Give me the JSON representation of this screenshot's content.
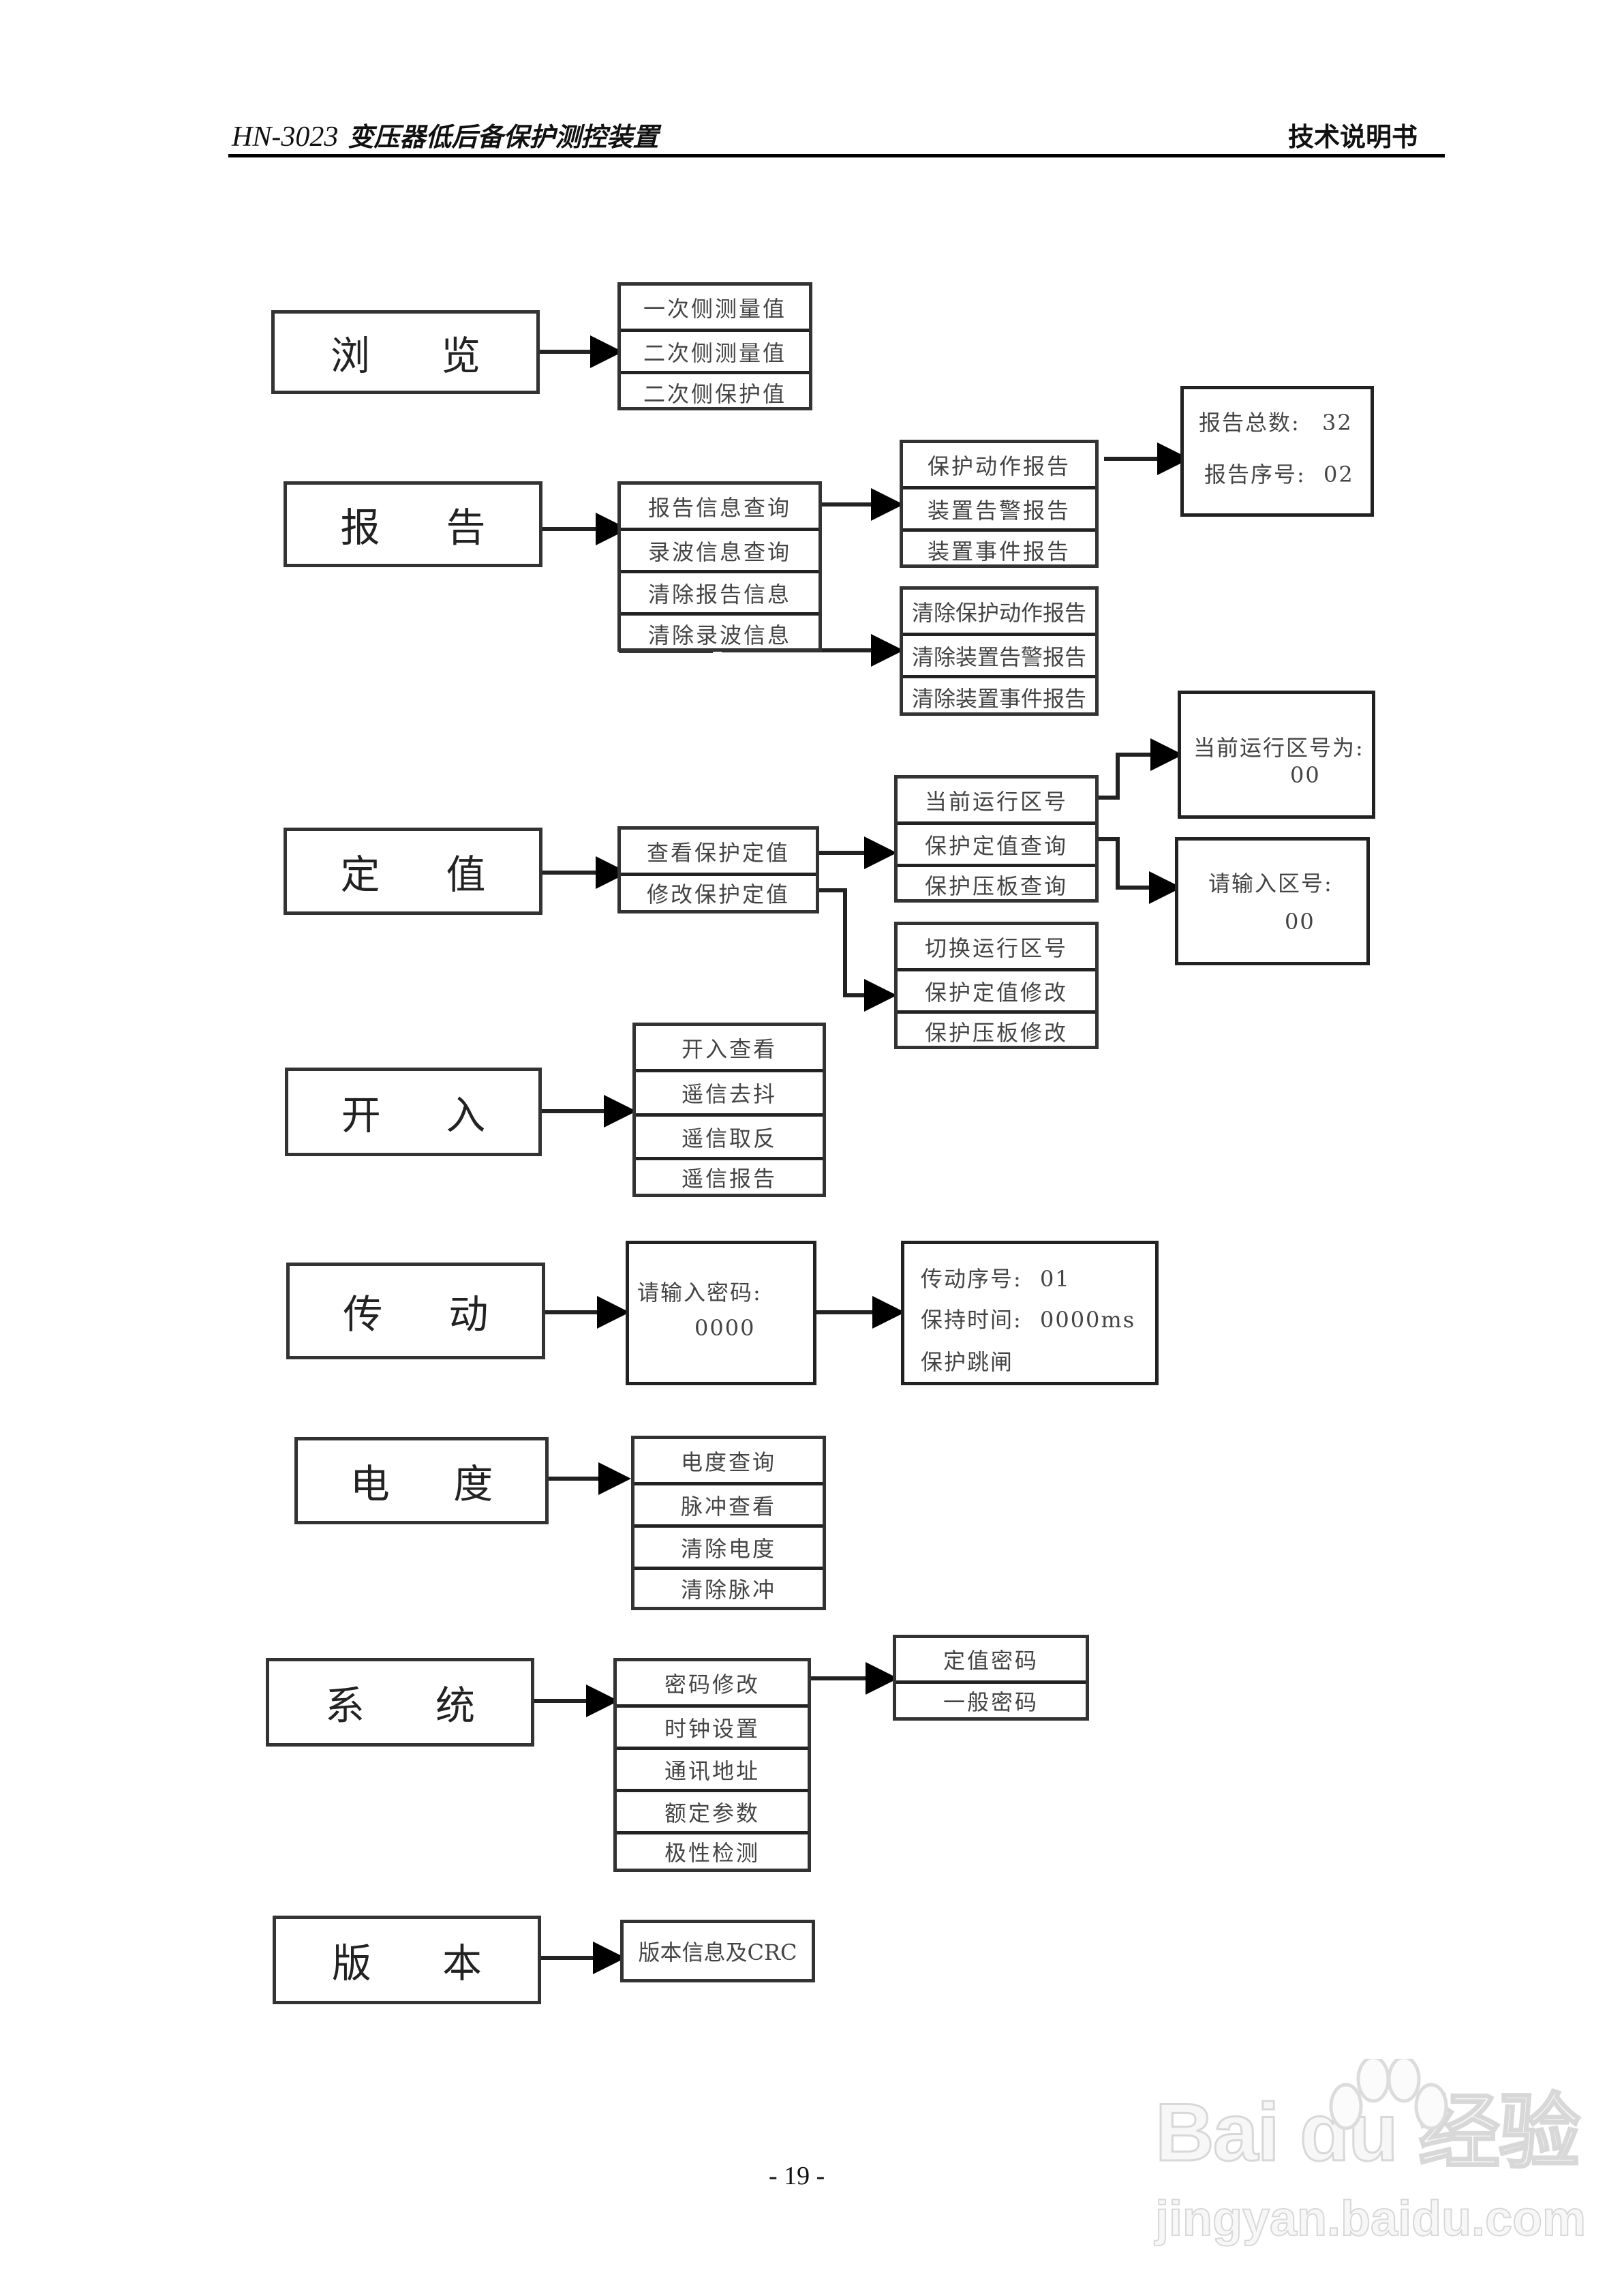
{
  "header": {
    "model": "HN-3023",
    "title": "变压器低后备保护测控装置",
    "doc_type": "技术说明书"
  },
  "menu": [
    {
      "id": "browse",
      "label": [
        "浏",
        "览"
      ],
      "submenu": [
        "一次侧测量值",
        "二次侧测量值",
        "二次侧保护值"
      ]
    },
    {
      "id": "report",
      "label": [
        "报",
        "告"
      ],
      "submenu": [
        "报告信息查询",
        "录波信息查询",
        "清除报告信息",
        "清除录波信息"
      ],
      "query_submenu": [
        "保护动作报告",
        "装置告警报告",
        "装置事件报告"
      ],
      "clear_submenu": [
        "清除保护动作报告",
        "清除装置告警报告",
        "清除装置事件报告"
      ],
      "detail_panel": {
        "total_label": "报告总数:",
        "total_value": "32",
        "seq_label": "报告序号:",
        "seq_value": "02"
      }
    },
    {
      "id": "setting",
      "label": [
        "定",
        "值"
      ],
      "submenu": [
        "查看保护定值",
        "修改保护定值"
      ],
      "view_submenu": [
        "当前运行区号",
        "保护定值查询",
        "保护压板查询"
      ],
      "modify_submenu": [
        "切换运行区号",
        "保护定值修改",
        "保护压板修改"
      ],
      "current_zone_panel": {
        "label": "当前运行区号为:",
        "value": "00"
      },
      "input_zone_panel": {
        "label": "请输入区号:",
        "value": "00"
      }
    },
    {
      "id": "binary-input",
      "label": [
        "开",
        "入"
      ],
      "submenu": [
        "开入查看",
        "遥信去抖",
        "遥信取反",
        "遥信报告"
      ]
    },
    {
      "id": "transmission",
      "label": [
        "传",
        "动"
      ],
      "password_panel": {
        "label": "请输入密码:",
        "value": "0000"
      },
      "test_panel": {
        "seq_label": "传动序号:",
        "seq_value": "01",
        "hold_label": "保持时间:",
        "hold_value": "0000ms",
        "action": "保护跳闸"
      }
    },
    {
      "id": "energy",
      "label": [
        "电",
        "度"
      ],
      "submenu": [
        "电度查询",
        "脉冲查看",
        "清除电度",
        "清除脉冲"
      ]
    },
    {
      "id": "system",
      "label": [
        "系",
        "统"
      ],
      "submenu": [
        "密码修改",
        "时钟设置",
        "通讯地址",
        "额定参数",
        "极性检测"
      ],
      "password_submenu": [
        "定值密码",
        "一般密码"
      ]
    },
    {
      "id": "version",
      "label": [
        "版",
        "本"
      ],
      "submenu": [
        "版本信息及CRC"
      ]
    }
  ],
  "footer": {
    "page_number": "- 19 -"
  },
  "watermark": {
    "brand": "Bai du 经验",
    "url": "jingyan.baidu.com"
  }
}
